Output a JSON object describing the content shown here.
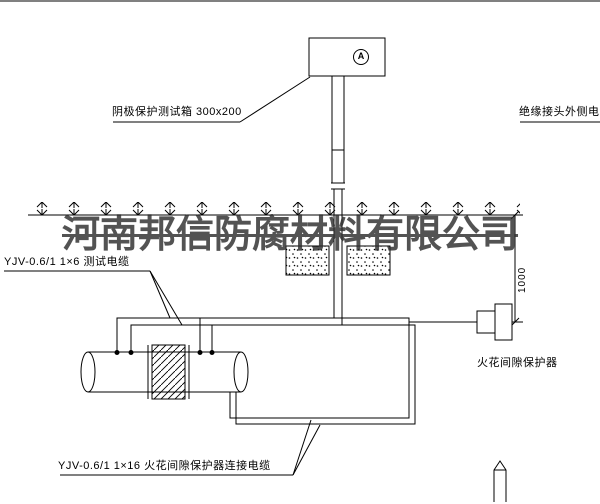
{
  "drawing": {
    "watermark": "河南邦信防腐材料有限公司",
    "labels": {
      "test_box": "阴极保护测试箱 300x200",
      "outer_cable": "绝缘接头外侧电缆",
      "test_cable": "YJV-0.6/1 1×6  测试电缆",
      "dimension": "1000",
      "spark_gap": "火花间隙保护器",
      "connection_cable": "YJV-0.6/1 1×16  火花间隙保护器连接电缆",
      "meter": "A"
    },
    "colors": {
      "line": "#000000",
      "watermark": "#2e2e2e"
    }
  }
}
